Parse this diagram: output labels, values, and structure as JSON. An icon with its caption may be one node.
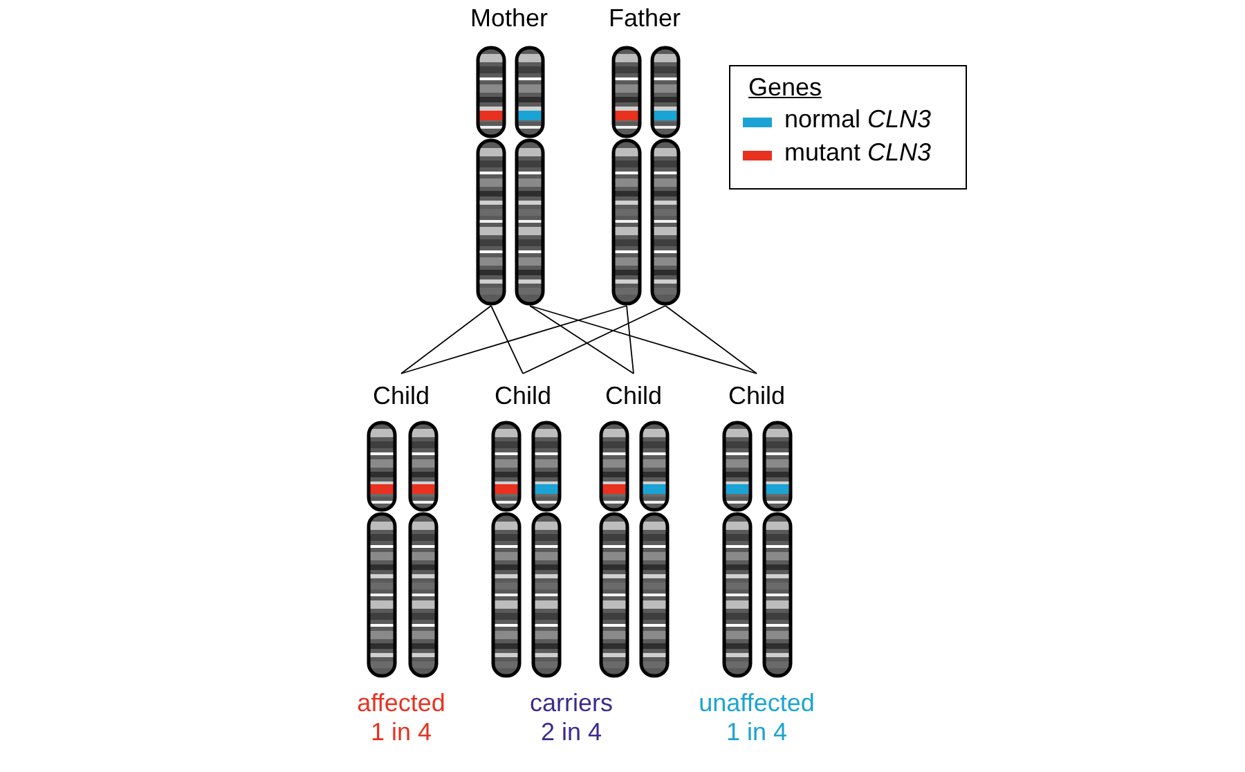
{
  "diagram": {
    "nodes": [
      {
        "text": [
          "Mother"
        ]
      },
      {
        "text": [],
        "shape": "picture",
        "in": 0
      },
      {
        "text": [],
        "shape": "picture",
        "in": 0
      },
      {
        "text": [
          "Father"
        ]
      },
      {
        "text": [],
        "shape": "picture",
        "in": 3
      },
      {
        "text": [],
        "shape": "picture",
        "in": 3
      },
      {
        "text": [
          "Child"
        ]
      },
      {
        "text": [],
        "shape": "picture",
        "in": 6
      },
      {
        "text": [],
        "shape": "picture",
        "in": 6
      },
      {
        "text": [
          "Child"
        ]
      },
      {
        "text": [],
        "shape": "picture",
        "in": 9
      },
      {
        "text": [],
        "shape": "picture",
        "in": 9
      },
      {
        "text": [
          "Child"
        ]
      },
      {
        "text": [],
        "shape": "picture",
        "in": 12
      },
      {
        "text": [],
        "shape": "picture",
        "in": 12
      },
      {
        "text": [
          "Child"
        ]
      },
      {
        "text": [],
        "shape": "picture",
        "in": 15
      },
      {
        "text": [],
        "shape": "picture",
        "in": 15
      }
    ],
    "edges": [
      {
        "from": 1,
        "to": 6,
        "arrow": "none"
      },
      {
        "from": 1,
        "to": 9,
        "arrow": "none"
      },
      {
        "from": 2,
        "to": 12,
        "arrow": "none"
      },
      {
        "from": 2,
        "to": 15,
        "arrow": "none"
      },
      {
        "from": 4,
        "to": 6,
        "arrow": "none"
      },
      {
        "from": 4,
        "to": 12,
        "arrow": "none"
      },
      {
        "from": 5,
        "to": 9,
        "arrow": "none"
      },
      {
        "from": 5,
        "to": 15,
        "arrow": "none"
      }
    ],
    "labels": [
      "Genes",
      "affected 1 in 4",
      "carriers 2 in 4",
      "unaffected 1 in 4"
    ],
    "legend": [
      {
        "text": "normal *CLN3*",
        "color": "#1aa3d4"
      },
      {
        "text": "mutant *CLN3*",
        "color": "#e8311f"
      }
    ]
  }
}
